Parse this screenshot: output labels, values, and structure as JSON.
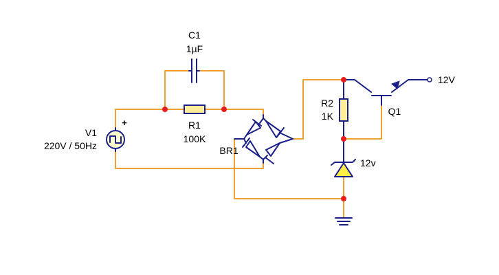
{
  "components": {
    "c1": {
      "name": "C1",
      "value": "1µF"
    },
    "r1": {
      "name": "R1",
      "value": "100K"
    },
    "r2": {
      "name": "R2",
      "value": "1K"
    },
    "v1": {
      "name": "V1",
      "value": "220V / 50Hz",
      "polarity": "+"
    },
    "br1": {
      "name": "BR1"
    },
    "q1": {
      "name": "Q1"
    },
    "zener": {
      "value": "12v"
    },
    "output": {
      "value": "12V"
    }
  },
  "colors": {
    "wire": "#f0a030",
    "component": "#1a1f8a",
    "node": "#e81c1c",
    "resistor_fill": "#ffee99",
    "zener_fill": "#ffee44",
    "source_fill": "#ffffcc"
  }
}
